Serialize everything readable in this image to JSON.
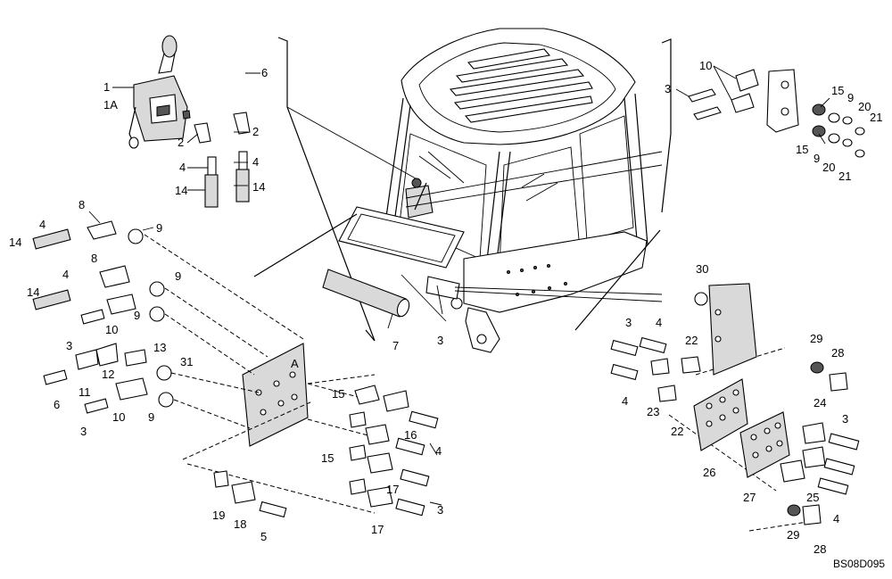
{
  "drawing_ref": "BS08D095",
  "plate_mark": "A",
  "callouts": [
    {
      "text": "1"
    },
    {
      "text": "1A"
    },
    {
      "text": "6"
    },
    {
      "text": "2"
    },
    {
      "text": "2"
    },
    {
      "text": "4"
    },
    {
      "text": "4"
    },
    {
      "text": "14"
    },
    {
      "text": "14"
    },
    {
      "text": "10"
    },
    {
      "text": "3"
    },
    {
      "text": "15"
    },
    {
      "text": "9"
    },
    {
      "text": "20"
    },
    {
      "text": "21"
    },
    {
      "text": "15"
    },
    {
      "text": "9"
    },
    {
      "text": "20"
    },
    {
      "text": "21"
    },
    {
      "text": "8"
    },
    {
      "text": "9"
    },
    {
      "text": "4"
    },
    {
      "text": "14"
    },
    {
      "text": "8"
    },
    {
      "text": "9"
    },
    {
      "text": "4"
    },
    {
      "text": "14"
    },
    {
      "text": "9"
    },
    {
      "text": "10"
    },
    {
      "text": "3"
    },
    {
      "text": "13"
    },
    {
      "text": "31"
    },
    {
      "text": "6"
    },
    {
      "text": "11"
    },
    {
      "text": "12"
    },
    {
      "text": "10"
    },
    {
      "text": "9"
    },
    {
      "text": "3"
    },
    {
      "text": "7"
    },
    {
      "text": "3"
    },
    {
      "text": "15"
    },
    {
      "text": "16"
    },
    {
      "text": "4"
    },
    {
      "text": "15"
    },
    {
      "text": "17"
    },
    {
      "text": "3"
    },
    {
      "text": "17"
    },
    {
      "text": "19"
    },
    {
      "text": "18"
    },
    {
      "text": "5"
    },
    {
      "text": "30"
    },
    {
      "text": "3"
    },
    {
      "text": "4"
    },
    {
      "text": "22"
    },
    {
      "text": "4"
    },
    {
      "text": "23"
    },
    {
      "text": "22"
    },
    {
      "text": "29"
    },
    {
      "text": "28"
    },
    {
      "text": "24"
    },
    {
      "text": "3"
    },
    {
      "text": "26"
    },
    {
      "text": "27"
    },
    {
      "text": "25"
    },
    {
      "text": "4"
    },
    {
      "text": "29"
    },
    {
      "text": "28"
    }
  ]
}
